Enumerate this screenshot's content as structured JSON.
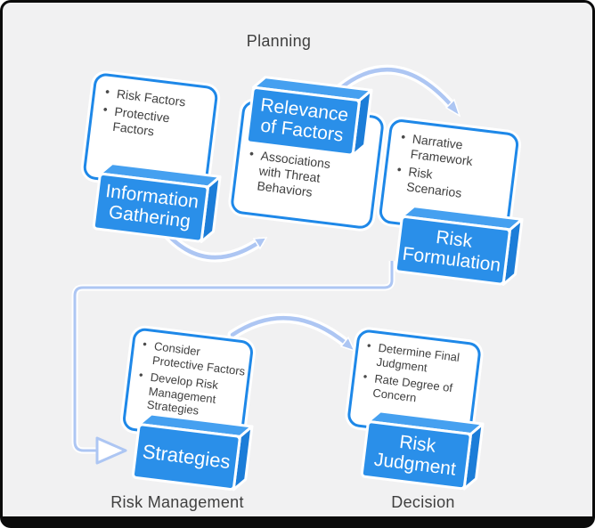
{
  "title": "Planning",
  "labels": {
    "planning": "Planning",
    "risk_management": "Risk Management",
    "decision": "Decision"
  },
  "nodes": [
    {
      "box_label": "Information Gathering",
      "bullets": [
        "Risk Factors",
        "Protective Factors"
      ]
    },
    {
      "box_label": "Relevance of Factors",
      "bullets": [
        "Associations with Threat Behaviors"
      ]
    },
    {
      "box_label": "Risk Formulation",
      "bullets": [
        "Narrative Framework",
        "Risk Scenarios"
      ]
    },
    {
      "box_label": "Strategies",
      "bullets": [
        "Consider Protective Factors",
        "Develop Risk Management Strategies"
      ]
    },
    {
      "box_label": "Risk Judgment",
      "bullets": [
        "Determine Final Judgment",
        "Rate Degree of Concern"
      ]
    }
  ],
  "colors": {
    "background": "#F1F1F2",
    "box_front": "#2A8FE9",
    "box_top": "#45A0F0",
    "box_side": "#1C7DD8",
    "box_border": "#1E88E8",
    "connector": "#ADC6F3",
    "text_dark": "#3F3F3F",
    "box_text": "#FFFFFF"
  }
}
